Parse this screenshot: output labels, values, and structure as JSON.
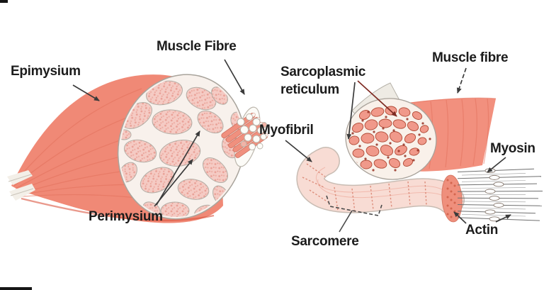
{
  "diagram": {
    "subject": "Skeletal muscle structure illustration",
    "left_panel": {
      "labels": {
        "epimysium": "Epimysium",
        "muscle_fibre": "Muscle Fibre",
        "perimysium": "Perimysium"
      }
    },
    "right_panel": {
      "labels": {
        "sarcoplasmic_reticulum": "Sarcoplasmic reticulum",
        "myofibril": "Myofibril",
        "muscle_fibre": "Muscle fibre",
        "myosin": "Myosin",
        "actin": "Actin",
        "sarcomere": "Sarcomere"
      }
    },
    "colors": {
      "background": "#ffffff",
      "muscle_salmon": "#f2907e",
      "muscle_streak": "#e2705b",
      "muscle_deep": "#da5540",
      "fascicle_pink": "#f5cbc4",
      "stipple_pink": "#e9a096",
      "cut_face": "#f8f1ec",
      "outline_gray": "#a8a29a",
      "tube_pink": "#f8dcd4",
      "band_pink": "#dd8d7b",
      "label_text": "#1c1c1c",
      "arrow": "#3b3b3b",
      "arrow_dark_red": "#7e2a22"
    }
  }
}
